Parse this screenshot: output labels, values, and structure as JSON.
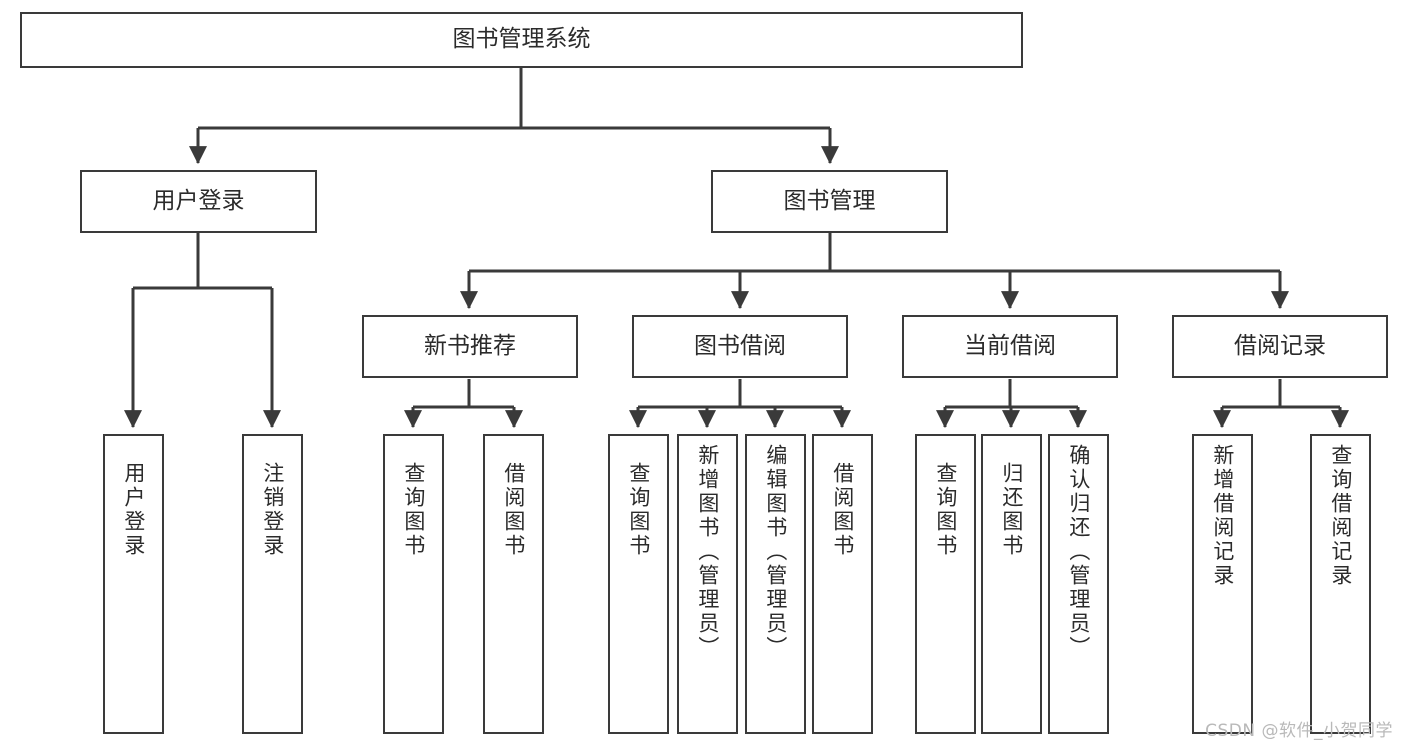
{
  "diagram": {
    "title": "图书管理系统",
    "type": "tree-hierarchy",
    "watermark": "CSDN @软件_小贺同学",
    "colors": {
      "box_border": "#3a3a3a",
      "box_fill": "#ffffff",
      "edge": "#3a3a3a",
      "text": "#2b2b2b",
      "watermark": "#b9b9b9",
      "background": "#ffffff"
    },
    "nodes": {
      "root": {
        "label": "图书管理系统"
      },
      "level1": [
        {
          "id": "user-login",
          "label": "用户登录"
        },
        {
          "id": "book-manage",
          "label": "图书管理"
        }
      ],
      "level2": [
        {
          "id": "new-book-recommend",
          "label": "新书推荐"
        },
        {
          "id": "book-borrow",
          "label": "图书借阅"
        },
        {
          "id": "current-borrow",
          "label": "当前借阅"
        },
        {
          "id": "borrow-record",
          "label": "借阅记录"
        }
      ],
      "leaves": {
        "user_login": [
          {
            "id": "leaf-user-login",
            "label": "用户登录"
          },
          {
            "id": "leaf-logout-login",
            "label": "注销登录"
          }
        ],
        "new_book_recommend": [
          {
            "id": "leaf-query-book-1",
            "label": "查询图书"
          },
          {
            "id": "leaf-borrow-book-1",
            "label": "借阅图书"
          }
        ],
        "book_borrow": [
          {
            "id": "leaf-query-book-2",
            "label": "查询图书"
          },
          {
            "id": "leaf-add-book",
            "label": "新增图书（管理员）"
          },
          {
            "id": "leaf-edit-book",
            "label": "编辑图书（管理员）"
          },
          {
            "id": "leaf-borrow-book-2",
            "label": "借阅图书"
          }
        ],
        "current_borrow": [
          {
            "id": "leaf-query-book-3",
            "label": "查询图书"
          },
          {
            "id": "leaf-return-book",
            "label": "归还图书"
          },
          {
            "id": "leaf-confirm-return",
            "label": "确认归还（管理员）"
          }
        ],
        "borrow_record": [
          {
            "id": "leaf-add-record",
            "label": "新增借阅记录"
          },
          {
            "id": "leaf-query-record",
            "label": "查询借阅记录"
          }
        ]
      }
    }
  }
}
